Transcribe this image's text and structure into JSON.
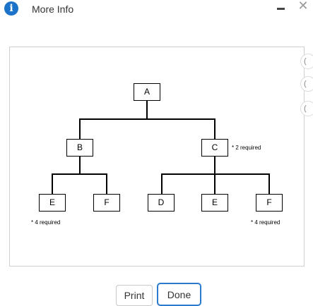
{
  "window": {
    "title": "More Info",
    "info_glyph": "i",
    "close_glyph": "✕"
  },
  "side_tabs": [
    "(",
    "(",
    "("
  ],
  "diagram": {
    "nodes": {
      "a": "A",
      "b": "B",
      "c": "C",
      "e1": "E",
      "f1": "F",
      "d": "D",
      "e2": "E",
      "f2": "F"
    },
    "notes": {
      "c_required": "* 2 required",
      "e_required": "* 4 required",
      "f_required": "* 4 required"
    }
  },
  "buttons": {
    "print": "Print",
    "done": "Done"
  }
}
